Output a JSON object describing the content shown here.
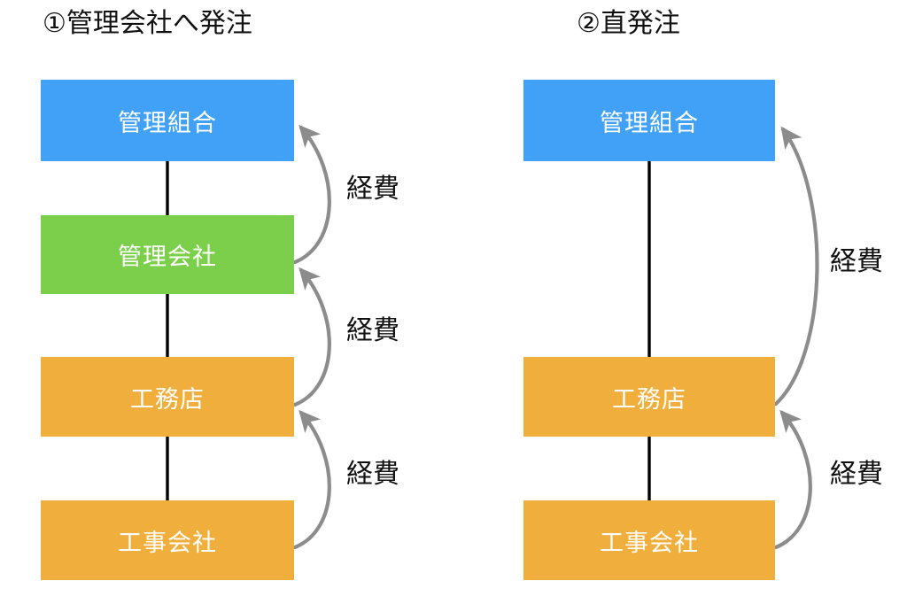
{
  "diagram": {
    "background_color": "#ffffff",
    "columns": [
      {
        "id": "column-1",
        "title": "①管理会社へ発注",
        "nodes": [
          {
            "label": "管理組合",
            "color": "#40a1f7",
            "role": "management-association"
          },
          {
            "label": "管理会社",
            "color": "#7bcf4b",
            "role": "management-company"
          },
          {
            "label": "工務店",
            "color": "#f0ae3c",
            "role": "construction-shop"
          },
          {
            "label": "工事会社",
            "color": "#f0ae3c",
            "role": "construction-company"
          }
        ],
        "cost_labels": [
          "経費",
          "経費",
          "経費"
        ]
      },
      {
        "id": "column-2",
        "title": "②直発注",
        "nodes": [
          {
            "label": "管理組合",
            "color": "#40a1f7",
            "role": "management-association"
          },
          {
            "label": "工務店",
            "color": "#f0ae3c",
            "role": "construction-shop"
          },
          {
            "label": "工事会社",
            "color": "#f0ae3c",
            "role": "construction-company"
          }
        ],
        "cost_labels": [
          "経費",
          "経費"
        ]
      }
    ],
    "colors": {
      "blue": "#40a1f7",
      "green": "#7bcf4b",
      "orange": "#f0ae3c",
      "arrow": "#8c8c8c",
      "connector": "#000000",
      "text_on_box": "#ffffff",
      "text_label": "#111111"
    }
  }
}
